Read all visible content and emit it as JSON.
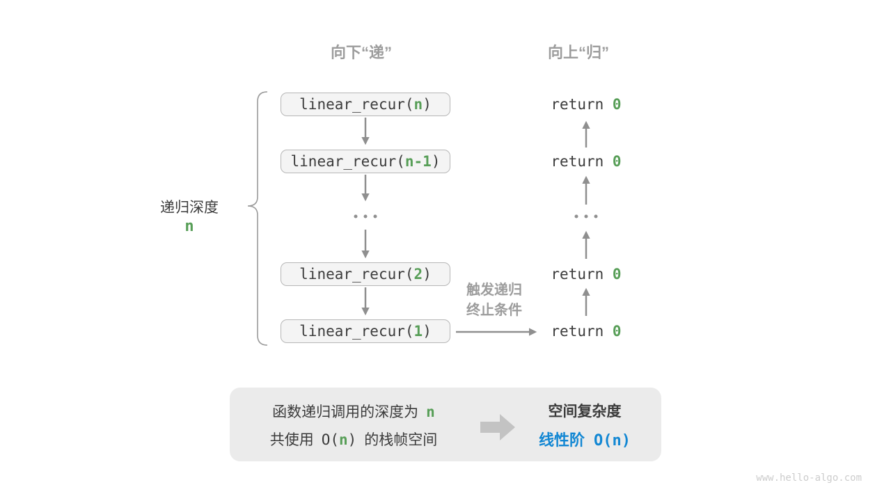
{
  "colors": {
    "green": "#579e57",
    "blue": "#1287d3",
    "label_gray": "#9c9c9c",
    "dark_text": "#3b3b3b",
    "arrow_gray": "#8f8f8f",
    "box_bg": "#f4f4f4",
    "box_border": "#b6b6b6",
    "panel_bg": "#ebebeb"
  },
  "headers": {
    "descend": "向下“递”",
    "ascend": "向上“归”"
  },
  "depth_brace": {
    "label": "递归深度",
    "value": "n"
  },
  "call_stack": {
    "boxes": [
      {
        "prefix": "linear_recur(",
        "arg": "n",
        "suffix": ")"
      },
      {
        "prefix": "linear_recur(",
        "arg": "n-1",
        "suffix": ")"
      },
      {
        "prefix": "linear_recur(",
        "arg": "2",
        "suffix": ")"
      },
      {
        "prefix": "linear_recur(",
        "arg": "1",
        "suffix": ")"
      }
    ]
  },
  "returns": {
    "keyword": "return ",
    "value": "0"
  },
  "trigger": {
    "line1": "触发递归",
    "line2": "终止条件"
  },
  "summary": {
    "depth_text": "函数递归调用的深度为",
    "depth_value": "n",
    "space_label": "共使用",
    "space_open": "O(",
    "space_value": "n",
    "space_close": ")",
    "space_suffix": "的栈帧空间",
    "result_title": "空间复杂度",
    "result_label": "线性阶",
    "result_open": "O(",
    "result_value": "n",
    "result_close": ")"
  },
  "watermark": "www.hello-algo.com"
}
